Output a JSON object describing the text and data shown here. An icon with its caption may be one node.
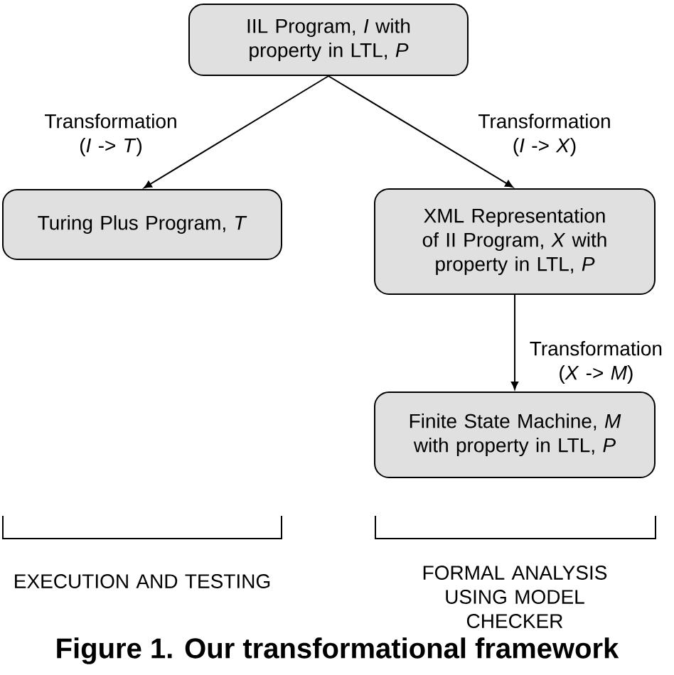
{
  "diagram": {
    "caption": "Figure 1. Our transformational framework",
    "nodes": [
      {
        "text": [
          "IIL Program, *I* with property in LTL, *P*"
        ]
      },
      {
        "text": [
          "Turing Plus Program, *T*"
        ]
      },
      {
        "text": [
          "XML Representation of II Program, *X* with property in LTL, *P*"
        ]
      },
      {
        "text": [
          "Finite State Machine, *M* with property in LTL, *P*"
        ]
      }
    ],
    "edges": [
      {
        "from": 0,
        "to": 1,
        "arrow": "to",
        "label": "Transformation (*I* -> *T*)"
      },
      {
        "from": 0,
        "to": 2,
        "arrow": "to",
        "label": "Transformation (*I* -> *X*)"
      },
      {
        "from": 2,
        "to": 3,
        "arrow": "to",
        "label": "Transformation (*X* -> *M*)"
      }
    ],
    "labels": [
      "EXECUTION AND TESTING",
      "FORMAL ANALYSIS USING MODEL CHECKER"
    ]
  }
}
